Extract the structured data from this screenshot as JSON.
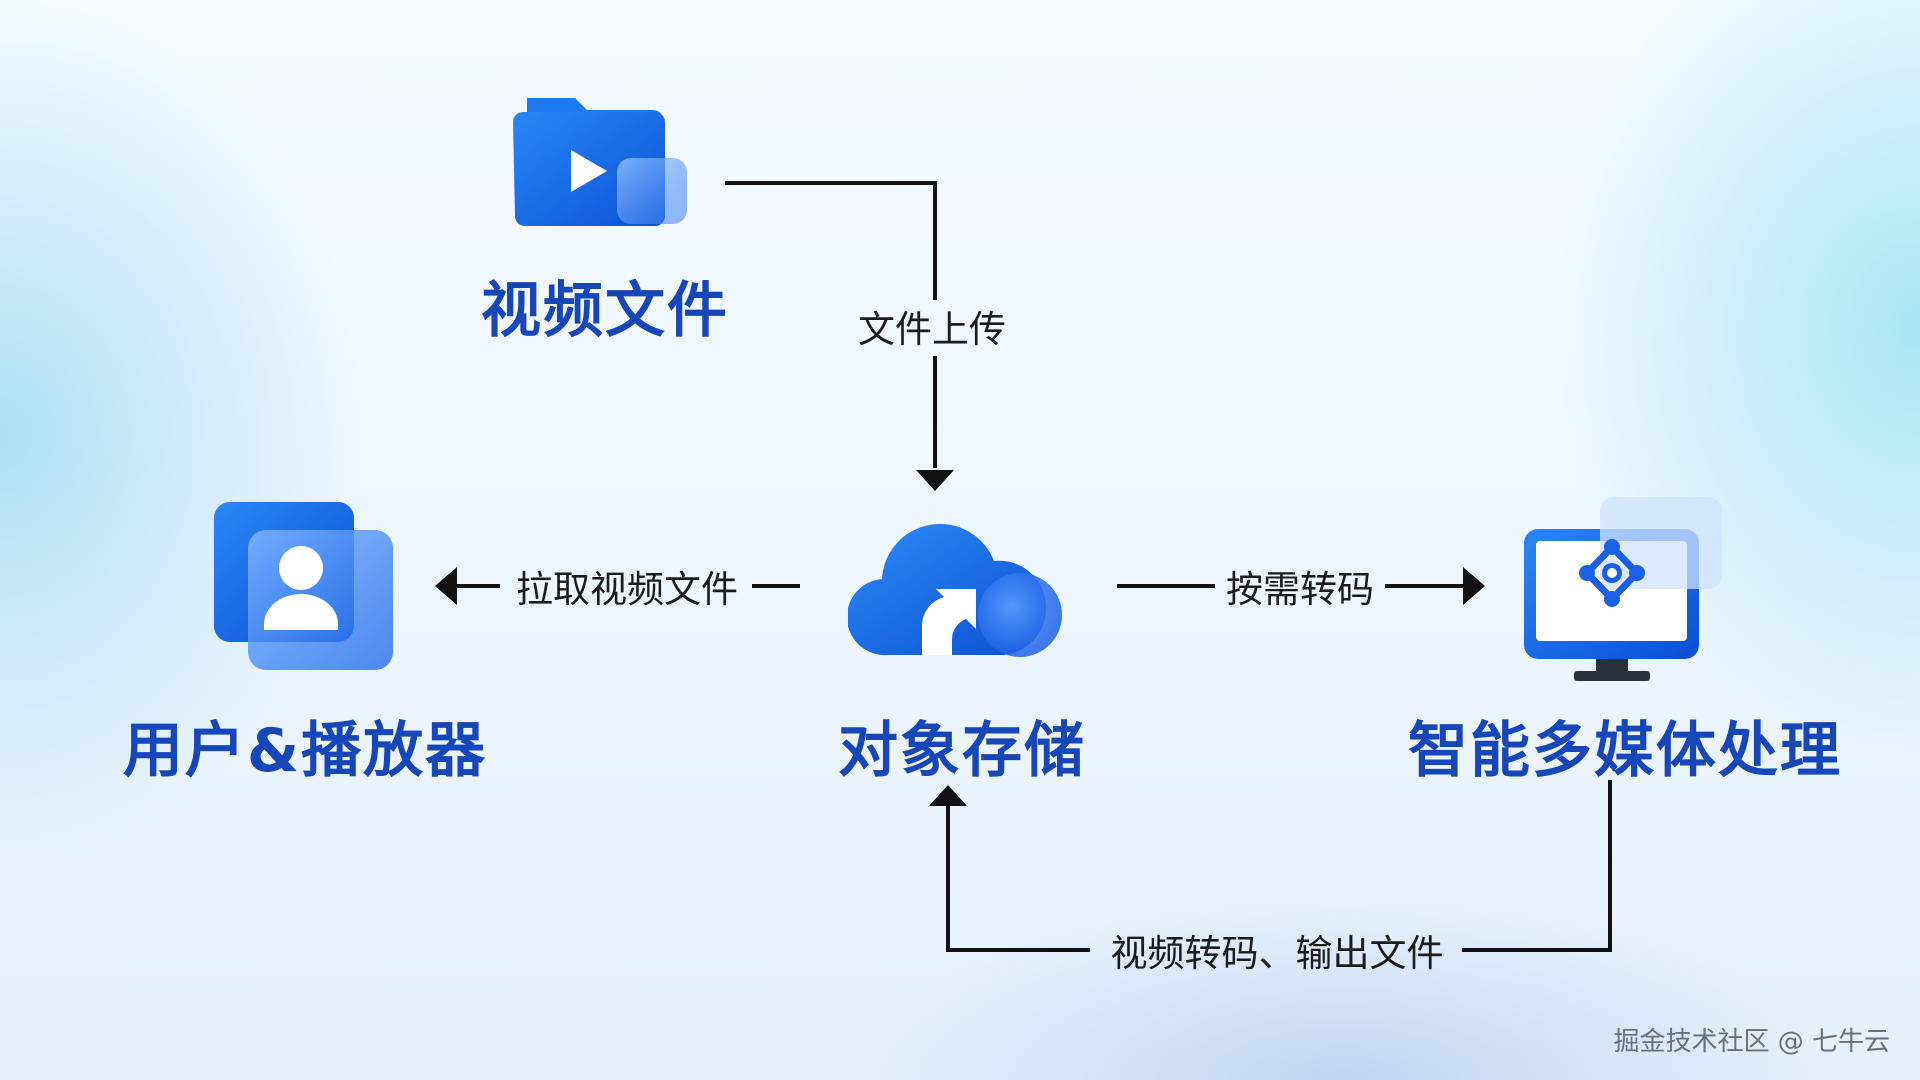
{
  "nodes": {
    "video_file": "视频文件",
    "user_player": "用户&播放器",
    "object_storage": "对象存储",
    "media_processing": "智能多媒体处理"
  },
  "edges": {
    "upload": "文件上传",
    "pull": "拉取视频文件",
    "transcode": "按需转码",
    "output": "视频转码、输出文件"
  },
  "watermark": "掘金技术社区 @ 七牛云",
  "colors": {
    "primary_blue": "#1668e8",
    "title_blue": "#1746b8",
    "line": "#111111"
  },
  "icons": {
    "video_file": "video-folder-icon",
    "user_player": "user-profile-icon",
    "object_storage": "cloud-upload-icon",
    "media_processing": "monitor-network-icon"
  }
}
